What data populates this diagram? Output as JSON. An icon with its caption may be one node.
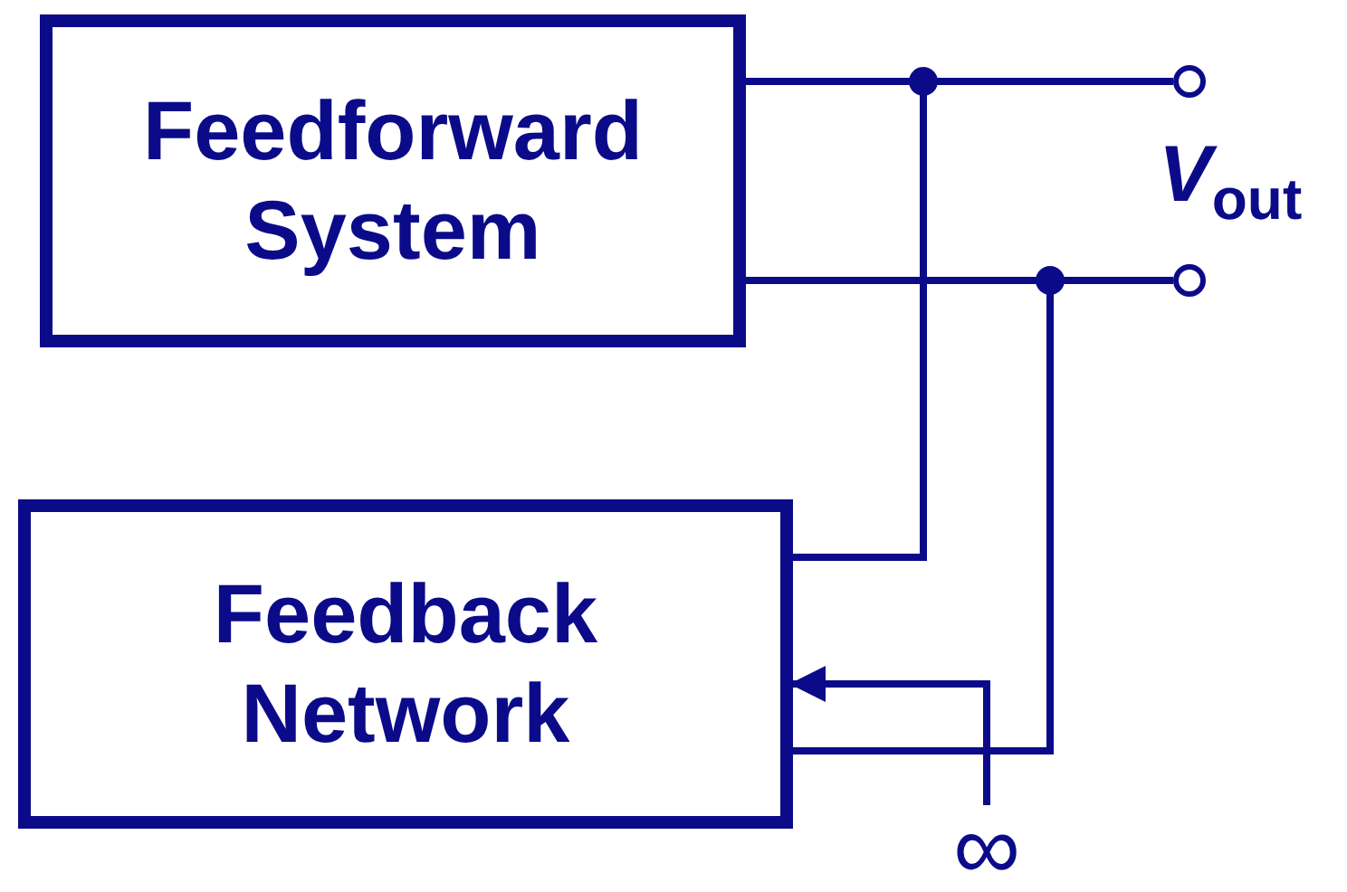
{
  "diagram": {
    "nodes": [
      {
        "text": [
          "Feedforward System"
        ]
      },
      {
        "text": [
          "Feedback Network"
        ]
      },
      {
        "text": [],
        "shape": "circle"
      },
      {
        "text": [],
        "shape": "circle"
      },
      {
        "text": [
          "∞"
        ]
      }
    ],
    "edges": [
      {
        "from": 0,
        "to": 2,
        "arrow": "none"
      },
      {
        "from": 0,
        "to": 1,
        "arrow": "none"
      },
      {
        "from": 0,
        "to": 3,
        "arrow": "none"
      },
      {
        "from": 0,
        "to": 1,
        "arrow": "none"
      },
      {
        "from": 4,
        "to": 1,
        "arrow": "to"
      }
    ],
    "labels": [
      "*V*$_{out}$"
    ]
  }
}
